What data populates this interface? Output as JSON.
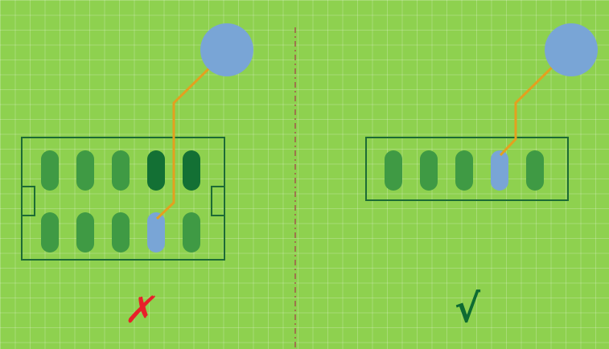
{
  "colors": {
    "background": "#8ed14f",
    "grid_line": "#b5e08c",
    "board_outline": "#1d6b35",
    "slot_idle": "#3f9a44",
    "slot_active": "#137034",
    "slot_selected": "#79a5d6",
    "connector_circle": "#79a5d6",
    "connector_wire": "#e3a01f",
    "divider": "#a2574a",
    "wrong_mark": "#e8202a",
    "right_mark": "#0e6b32"
  },
  "left_panel": {
    "verdict_icon": "cross-mark-icon",
    "verdict_text": "✗",
    "rows": [
      [
        "idle",
        "idle",
        "idle",
        "active",
        "active"
      ],
      [
        "idle",
        "idle",
        "idle",
        "selected",
        "idle"
      ]
    ],
    "side_handles": true
  },
  "right_panel": {
    "verdict_icon": "check-mark-icon",
    "verdict_text": "√",
    "rows": [
      [
        "idle",
        "idle",
        "idle",
        "selected",
        "idle"
      ]
    ],
    "side_handles": false
  }
}
